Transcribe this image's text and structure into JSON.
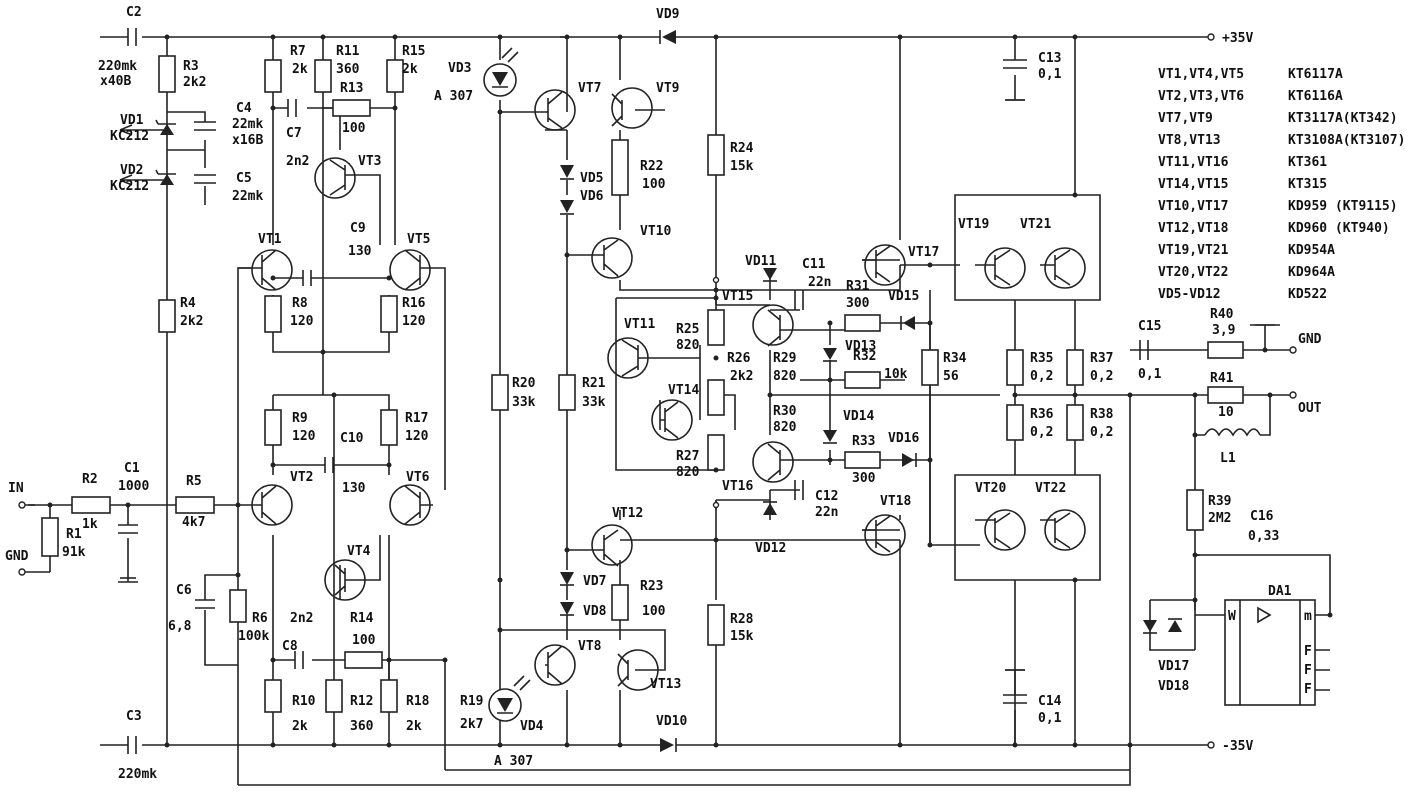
{
  "rails": {
    "pos": "+35V",
    "neg": "-35V"
  },
  "terminals": {
    "in": "IN",
    "gnd_in": "GND",
    "gnd_out": "GND",
    "out": "OUT"
  },
  "labels": {
    "C2": "C2",
    "C2_val1": "220mk",
    "C2_val2": "x40B",
    "C3": "C3",
    "C3_val": "220mk",
    "R3": "R3",
    "R3_val": "2k2",
    "C4": "C4",
    "C4_val1": "22mk",
    "C4_val2": "x16B",
    "C5": "C5",
    "C5_val": "22mk",
    "VD1": "VD1",
    "VD1_val": "KC212",
    "VD2": "VD2",
    "VD2_val": "KC212",
    "R4": "R4",
    "R4_val": "2k2",
    "R7": "R7",
    "R7_val": "2k",
    "R11": "R11",
    "R11_val": "360",
    "R15": "R15",
    "R15_val": "2k",
    "VD3": "VD3",
    "A307_top": "A 307",
    "R13": "R13",
    "R13_val": "100",
    "C7": "C7",
    "C7_val": "2n2",
    "VT3": "VT3",
    "VT1": "VT1",
    "VT5": "VT5",
    "C9": "C9",
    "C9_val": "130",
    "R8": "R8",
    "R8_val": "120",
    "R16": "R16",
    "R16_val": "120",
    "R9": "R9",
    "R9_val": "120",
    "R17": "R17",
    "R17_val": "120",
    "C10": "C10",
    "C10_val": "130",
    "VT2": "VT2",
    "VT6": "VT6",
    "VT4": "VT4",
    "R2": "R2",
    "R2_val": "1k",
    "C1": "C1",
    "C1_val": "1000",
    "R1": "R1",
    "R1_val": "91k",
    "R5": "R5",
    "R5_val": "4k7",
    "C6": "C6",
    "C6_val": "6,8",
    "R6": "R6",
    "R6_val": "100k",
    "C8": "C8",
    "C8_val": "2n2",
    "R14": "R14",
    "R14_val": "100",
    "R10": "R10",
    "R10_val": "2k",
    "R12": "R12",
    "R12_val": "360",
    "R18": "R18",
    "R18_val": "2k",
    "R19": "R19",
    "R19_val": "2k7",
    "VD4": "VD4",
    "A307_bot": "A 307",
    "R20": "R20",
    "R20_val": "33k",
    "R21": "R21",
    "R21_val": "33k",
    "VD9": "VD9",
    "VD10": "VD10",
    "VT7": "VT7",
    "VT9": "VT9",
    "VD5": "VD5",
    "VD6": "VD6",
    "R22": "R22",
    "R22_val": "100",
    "VT10": "VT10",
    "R24": "R24",
    "R24_val": "15k",
    "VT8": "VT8",
    "VT13": "VT13",
    "VD7": "VD7",
    "VD8": "VD8",
    "R23": "R23",
    "R23_val": "100",
    "VT12": "VT12",
    "R28": "R28",
    "R28_val": "15k",
    "VD11": "VD11",
    "VD12": "VD12",
    "VT15": "VT15",
    "VT16": "VT16",
    "VT11": "VT11",
    "VT14": "VT14",
    "R25": "R25",
    "R25_val": "820",
    "R26": "R26",
    "R26_val": "2k2",
    "R27": "R27",
    "R27_val": "820",
    "C11": "C11",
    "C11_val": "22n",
    "C12": "C12",
    "C12_val": "22n",
    "R31": "R31",
    "R31_val": "300",
    "VD15": "VD15",
    "R29": "R29",
    "R29_val": "820",
    "VD13": "VD13",
    "R32": "R32",
    "R32_val": "10k",
    "R34": "R34",
    "R34_val": "56",
    "R30": "R30",
    "R30_val": "820",
    "VD14": "VD14",
    "R33": "R33",
    "R33_val": "300",
    "VD16": "VD16",
    "VT17": "VT17",
    "VT18": "VT18",
    "VT19": "VT19",
    "VT21": "VT21",
    "VT20": "VT20",
    "VT22": "VT22",
    "R35": "R35",
    "R35_val": "0,2",
    "R37": "R37",
    "R37_val": "0,2",
    "R36": "R36",
    "R36_val": "0,2",
    "R38": "R38",
    "R38_val": "0,2",
    "C13": "C13",
    "C13_val": "0,1",
    "C14": "C14",
    "C14_val": "0,1",
    "C15": "C15",
    "C15_val": "0,1",
    "R40": "R40",
    "R40_val": "3,9",
    "R41": "R41",
    "R41_val": "10",
    "L1": "L1",
    "R39": "R39",
    "R39_val": "2M2",
    "C16": "C16",
    "C16_val": "0,33",
    "DA1": "DA1",
    "VD17": "VD17",
    "VD18": "VD18",
    "DA1_W": "W",
    "DA1_m": "m",
    "DA1_F1": "F",
    "DA1_F2": "F",
    "DA1_F3": "F"
  },
  "parts_list": [
    {
      "refs": "VT1,VT4,VT5",
      "type": "KT6117A"
    },
    {
      "refs": "VT2,VT3,VT6",
      "type": "KT6116A"
    },
    {
      "refs": "VT7,VT9",
      "type": "KT3117A(KT342)"
    },
    {
      "refs": "VT8,VT13",
      "type": "KT3108A(KT3107)"
    },
    {
      "refs": "VT11,VT16",
      "type": "KT361"
    },
    {
      "refs": "VT14,VT15",
      "type": "KT315"
    },
    {
      "refs": "VT10,VT17",
      "type": "KD959  (KT9115)"
    },
    {
      "refs": "VT12,VT18",
      "type": "KD960  (KT940)"
    },
    {
      "refs": "VT19,VT21",
      "type": "KD954A"
    },
    {
      "refs": "VT20,VT22",
      "type": "KD964A"
    },
    {
      "refs": "VD5-VD12",
      "type": "KD522"
    }
  ]
}
